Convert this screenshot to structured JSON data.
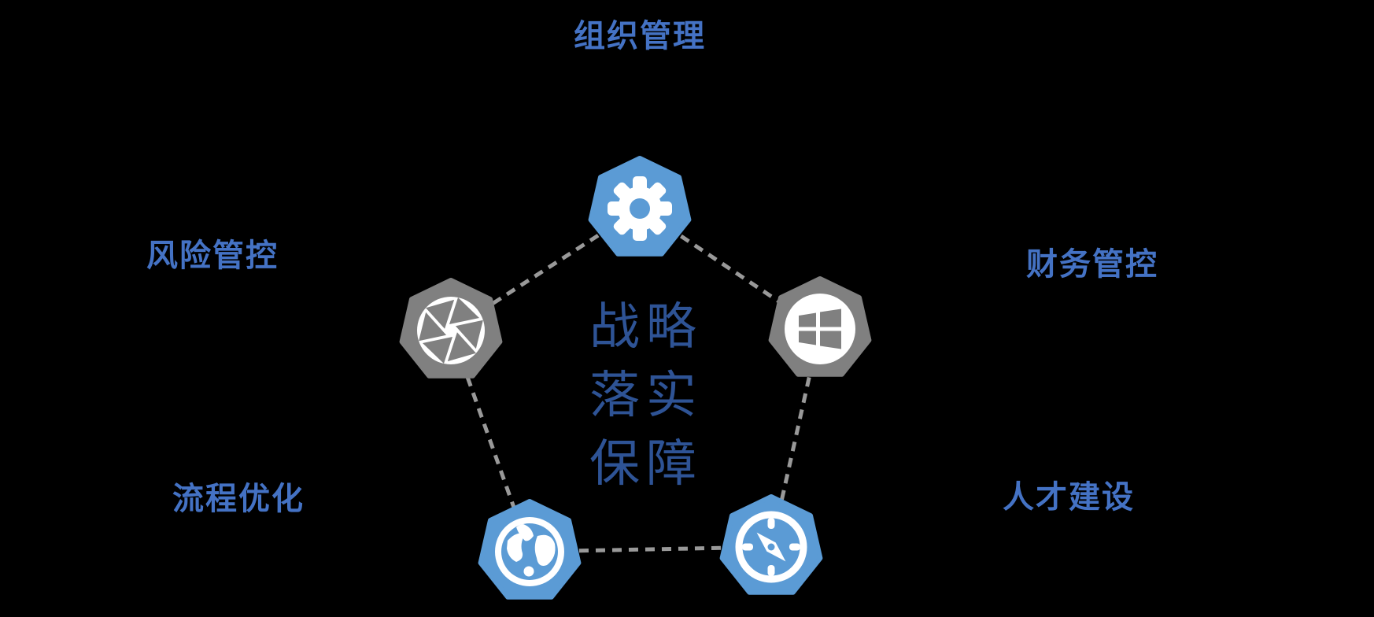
{
  "diagram": {
    "center_title": {
      "line1": "战略",
      "line2": "落实",
      "line3": "保障"
    },
    "labels": {
      "top": "组织管理",
      "left": "风险管控",
      "right": "财务管控",
      "bottom_left": "流程优化",
      "bottom_right": "人才建设"
    },
    "icons": {
      "top": "gear-icon",
      "left": "aperture-icon",
      "right": "windows-icon",
      "bottom_left": "globe-icon",
      "bottom_right": "compass-icon"
    },
    "colors": {
      "background": "#000000",
      "badge_blue": "#5B9BD5",
      "badge_gray": "#808080",
      "icon_white": "#FFFFFF",
      "label_text": "#4472C4",
      "center_text": "#2E5395",
      "connector": "#999999"
    }
  }
}
